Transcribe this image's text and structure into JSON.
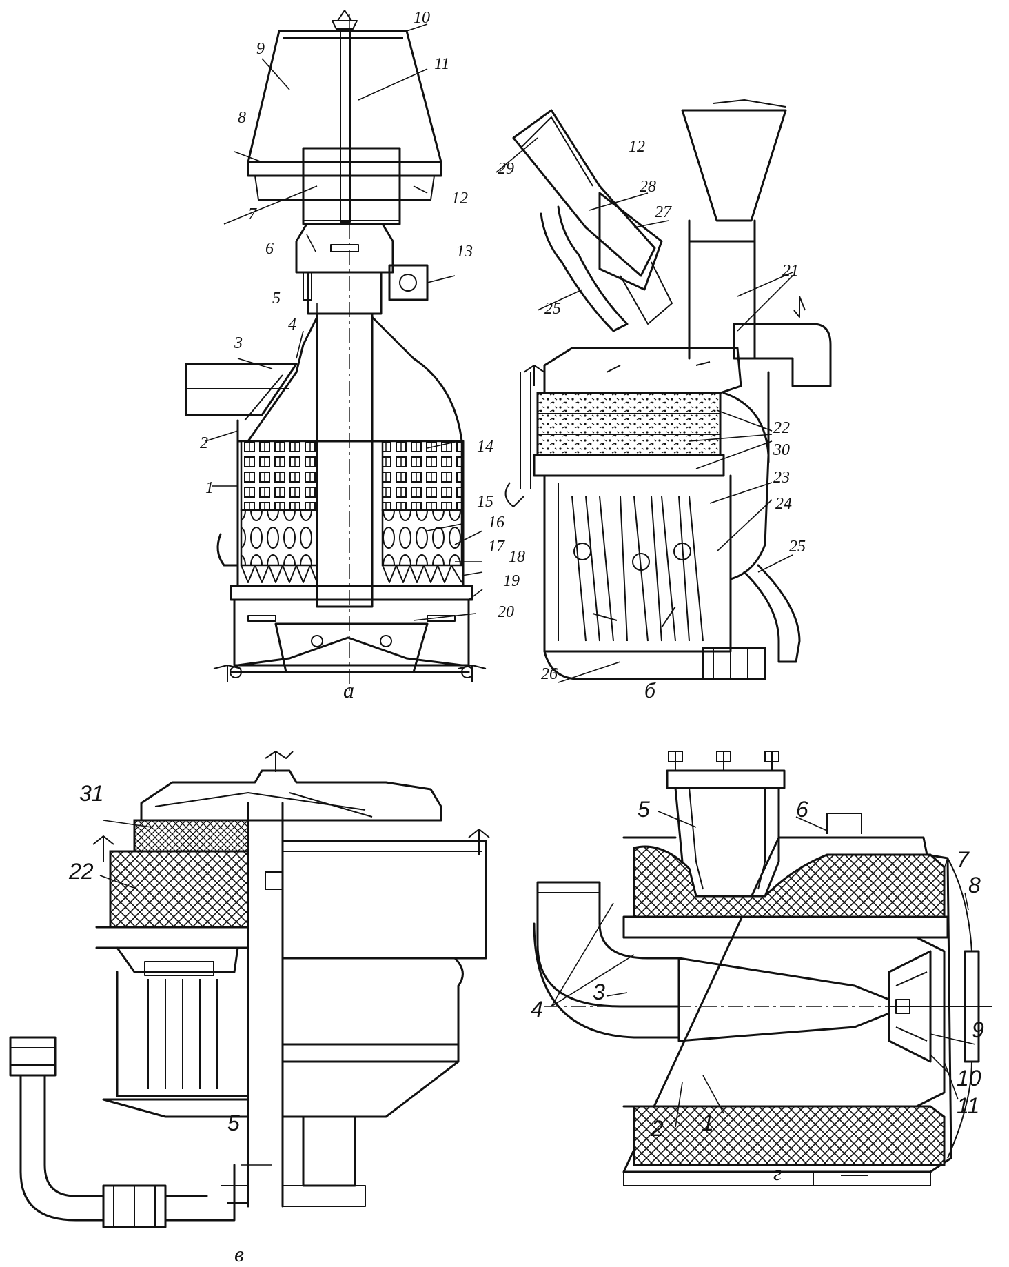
{
  "views": {
    "a": {
      "letter": "а",
      "labels": [
        "1",
        "2",
        "3",
        "4",
        "5",
        "6",
        "7",
        "8",
        "9",
        "10",
        "11",
        "12",
        "13",
        "14",
        "15",
        "16",
        "17",
        "18",
        "19",
        "20"
      ]
    },
    "b": {
      "letter": "б",
      "labels": [
        "12",
        "21",
        "22",
        "30",
        "23",
        "24",
        "25",
        "26",
        "25",
        "27",
        "28",
        "29"
      ]
    },
    "v": {
      "letter": "в",
      "labels": [
        "31",
        "22",
        "5"
      ]
    },
    "g": {
      "letter": "г",
      "labels": [
        "5",
        "6",
        "7",
        "8",
        "9",
        "10",
        "11",
        "1",
        "2",
        "3",
        "4"
      ]
    }
  },
  "colors": {
    "ink": "#111111",
    "paper": "#ffffff"
  }
}
